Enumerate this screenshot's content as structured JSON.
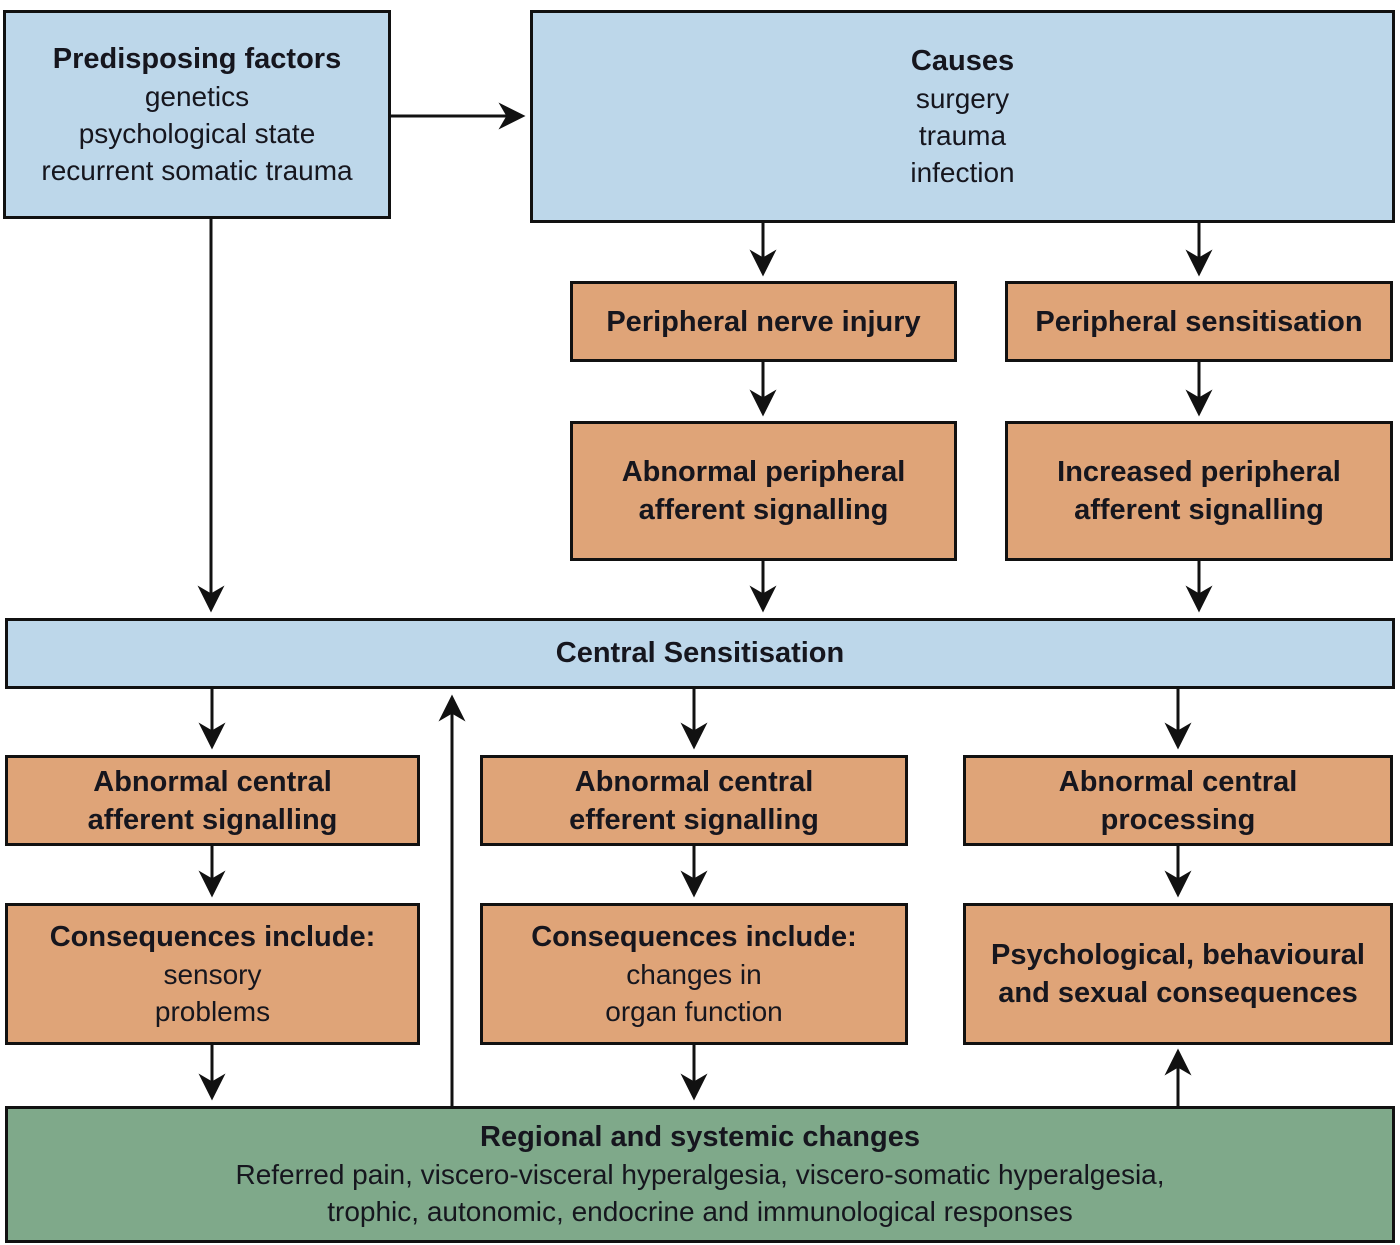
{
  "colors": {
    "box_blue": "#bdd7ea",
    "box_orange": "#dfa478",
    "box_green": "#7fa98a",
    "border": "#111111",
    "text": "#16161e"
  },
  "boxes": {
    "predisposing": {
      "title": "Predisposing factors",
      "lines": [
        "genetics",
        "psychological state",
        "recurrent somatic trauma"
      ]
    },
    "causes": {
      "title": "Causes",
      "lines": [
        "surgery",
        "trauma",
        "infection"
      ]
    },
    "peripheral_nerve_injury": {
      "title": "Peripheral nerve injury"
    },
    "peripheral_sensitisation": {
      "title": "Peripheral sensitisation"
    },
    "abnormal_peripheral_afferent": {
      "lines": [
        "Abnormal peripheral",
        "afferent signalling"
      ]
    },
    "increased_peripheral_afferent": {
      "lines": [
        "Increased peripheral",
        "afferent signalling"
      ]
    },
    "central_sensitisation": {
      "title": "Central Sensitisation"
    },
    "abnormal_central_afferent": {
      "lines": [
        "Abnormal central",
        "afferent signalling"
      ]
    },
    "abnormal_central_efferent": {
      "lines": [
        "Abnormal central",
        "efferent signalling"
      ]
    },
    "abnormal_central_processing": {
      "lines": [
        "Abnormal central",
        "processing"
      ]
    },
    "consequences_sensory": {
      "title": "Consequences include:",
      "lines": [
        "sensory",
        "problems"
      ]
    },
    "consequences_organ": {
      "title": "Consequences include:",
      "lines": [
        "changes in",
        "organ function"
      ]
    },
    "psychological_behavioural": {
      "lines": [
        "Psychological, behavioural",
        "and sexual consequences"
      ]
    },
    "regional_systemic": {
      "title": "Regional and systemic changes",
      "lines": [
        "Referred pain, viscero-visceral hyperalgesia, viscero-somatic hyperalgesia,",
        "trophic, autonomic, endocrine and immunological responses"
      ]
    }
  }
}
